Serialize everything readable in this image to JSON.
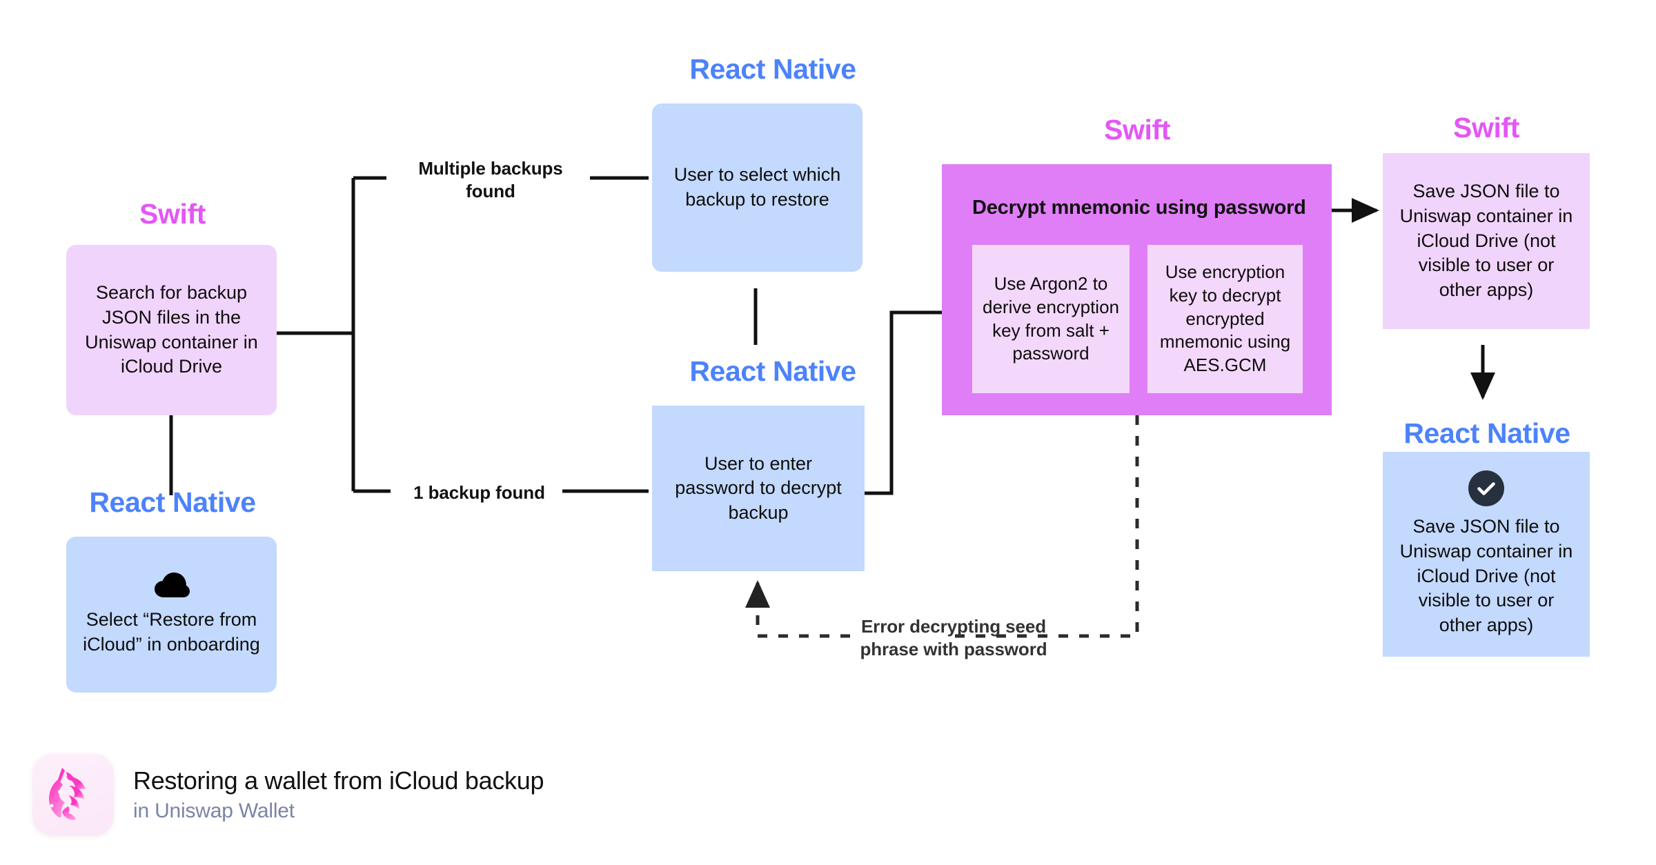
{
  "diagram": {
    "lanes": {
      "swift_label": "Swift",
      "react_native_label": "React Native"
    },
    "nodes": {
      "search_backup": {
        "lane": "Swift",
        "text": "Search for backup JSON files in the Uniswap container in iCloud Drive"
      },
      "select_restore": {
        "lane": "React Native",
        "icon": "cloud-icon",
        "text": "Select “Restore from iCloud” in onboarding"
      },
      "select_backup": {
        "lane": "React Native",
        "text": "User to select which backup to restore"
      },
      "enter_password": {
        "lane": "React Native",
        "text": "User to enter password to decrypt backup"
      },
      "decrypt_group": {
        "lane": "Swift",
        "title": "Decrypt mnemonic using password",
        "children": [
          {
            "text": "Use Argon2 to derive encryption key from salt +  password"
          },
          {
            "text": "Use encryption key to decrypt encrypted mnemonic using AES.GCM"
          }
        ]
      },
      "save_json_swift": {
        "lane": "Swift",
        "text": "Save JSON file to Uniswap container in iCloud Drive (not visible to user or other apps)"
      },
      "save_json_rn": {
        "lane": "React Native",
        "icon": "check-circle-icon",
        "text": "Save JSON file to Uniswap container in iCloud Drive (not visible to user or other apps)"
      }
    },
    "edge_labels": {
      "multiple_backups": "Multiple backups\nfound",
      "one_backup": "1 backup found",
      "error_decrypting": "Error decrypting seed\nphrase with password"
    },
    "colors": {
      "swift_accent": "#e456f5",
      "react_native_accent": "#4c82fb",
      "swift_node_bg": "#f1d4fb",
      "react_native_node_bg": "#c3d9fd",
      "group_bg": "#e07ef7",
      "sub_node_bg": "#f4d8fb",
      "wire": "#111111",
      "error_wire": "#333333"
    }
  },
  "footer": {
    "logo": "uniswap-unicorn-logo",
    "title": "Restoring a wallet from iCloud backup",
    "subtitle": "in Uniswap Wallet"
  }
}
